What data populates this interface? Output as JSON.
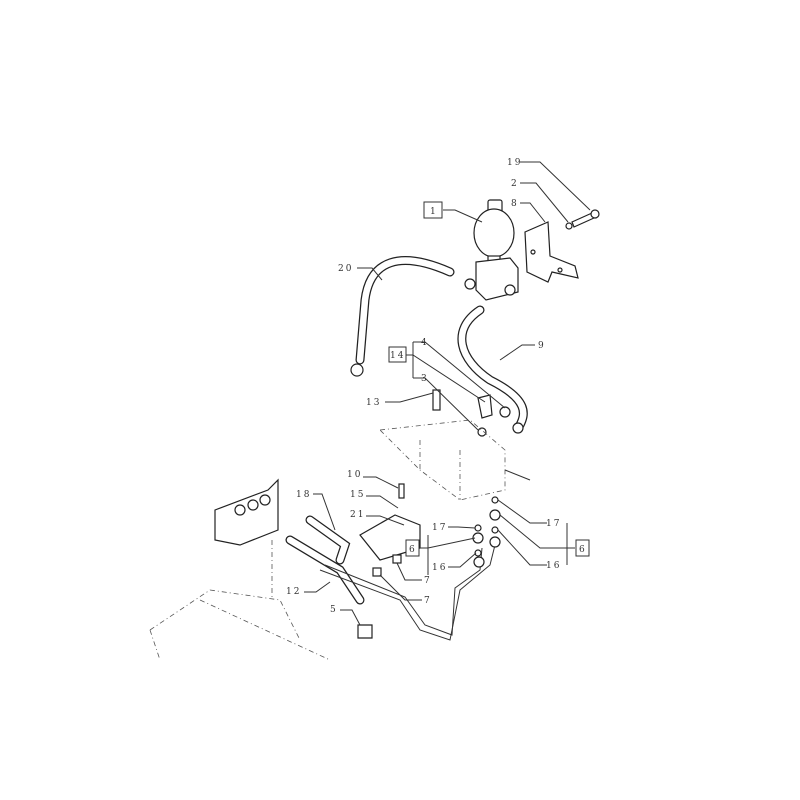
{
  "diagram": {
    "callouts": [
      {
        "id": "19",
        "label": "19"
      },
      {
        "id": "2",
        "label": "2"
      },
      {
        "id": "8",
        "label": "8"
      },
      {
        "id": "1",
        "label": "1",
        "boxed": true
      },
      {
        "id": "20",
        "label": "20"
      },
      {
        "id": "9",
        "label": "9"
      },
      {
        "id": "4",
        "label": "4"
      },
      {
        "id": "14",
        "label": "14",
        "boxed": true
      },
      {
        "id": "3",
        "label": "3"
      },
      {
        "id": "13",
        "label": "13"
      },
      {
        "id": "10",
        "label": "10"
      },
      {
        "id": "15",
        "label": "15"
      },
      {
        "id": "21",
        "label": "21"
      },
      {
        "id": "18",
        "label": "18"
      },
      {
        "id": "12",
        "label": "12"
      },
      {
        "id": "5",
        "label": "5"
      },
      {
        "id": "7a",
        "label": "7"
      },
      {
        "id": "7b",
        "label": "7"
      },
      {
        "id": "17a",
        "label": "17"
      },
      {
        "id": "16a",
        "label": "16"
      },
      {
        "id": "6a",
        "label": "6",
        "boxed": true
      },
      {
        "id": "17b",
        "label": "17"
      },
      {
        "id": "16b",
        "label": "16"
      },
      {
        "id": "6b",
        "label": "6",
        "boxed": true
      }
    ]
  }
}
